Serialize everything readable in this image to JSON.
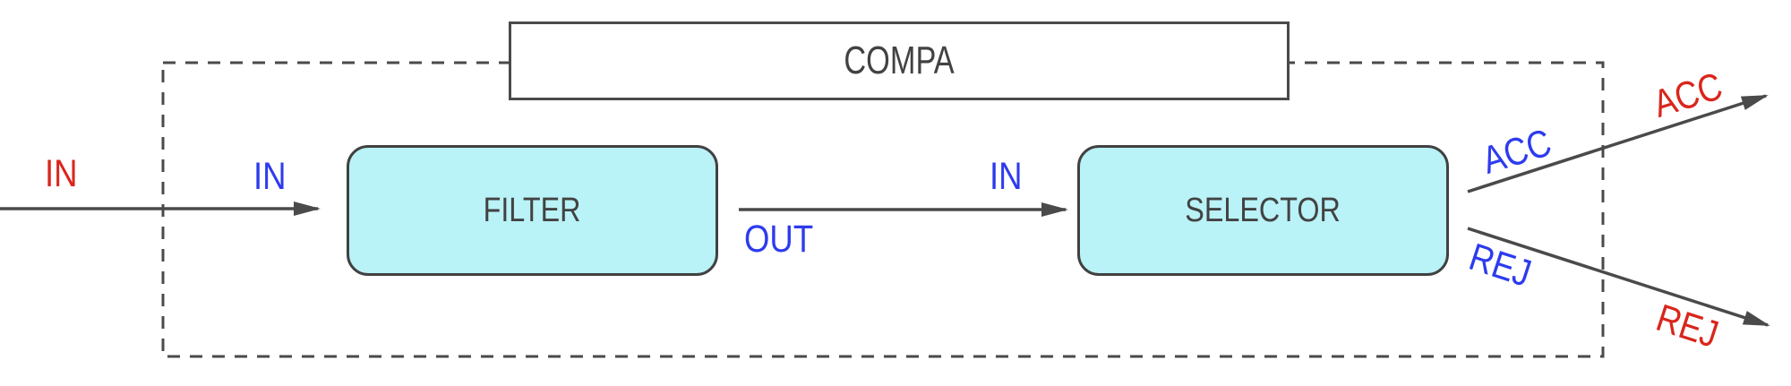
{
  "diagram": {
    "container_label": "COMPA",
    "blocks": [
      {
        "id": "filter",
        "label": "FILTER"
      },
      {
        "id": "selector",
        "label": "SELECTOR"
      }
    ],
    "labels": {
      "external_in": "IN",
      "internal_in": "IN",
      "filter_out": "OUT",
      "selector_in": "IN",
      "internal_acc": "ACC",
      "external_acc": "ACC",
      "internal_rej": "REJ",
      "external_rej": "REJ"
    },
    "colors": {
      "external_label": "#d9261c",
      "internal_label": "#2d3bee",
      "block_fill": "#b9f2f7",
      "block_border": "#414141",
      "line": "#4a4a4a",
      "block_text": "#424242"
    }
  }
}
